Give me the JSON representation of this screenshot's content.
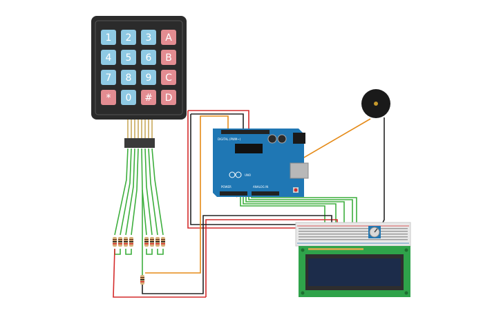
{
  "keypad": {
    "rows": [
      [
        "1",
        "2",
        "3",
        "A"
      ],
      [
        "4",
        "5",
        "6",
        "B"
      ],
      [
        "7",
        "8",
        "9",
        "C"
      ],
      [
        "*",
        "0",
        "#",
        "D"
      ]
    ],
    "colors": {
      "digit": "#8ec9e3",
      "function": "#e38c91",
      "body": "#2b2b2b"
    }
  },
  "arduino": {
    "silkscreen_digital": "DIGITAL (PWM~)",
    "silkscreen_analog": "ANALOG IN",
    "silkscreen_power": "POWER",
    "model_text": "UNO",
    "colors": {
      "board": "#1f77b4"
    }
  },
  "lcd": {
    "colors": {
      "pcb": "#2fa34a",
      "screen": "#1c2c4a"
    }
  },
  "breadboard": {
    "colors": {
      "body": "#e8e8e8"
    }
  },
  "buzzer": {
    "colors": {
      "body": "#1a1a1a",
      "center": "#c79a2c"
    }
  },
  "wire_colors": {
    "green": "#3cae3c",
    "red": "#d42a2a",
    "black": "#222222",
    "orange": "#e58a17"
  }
}
